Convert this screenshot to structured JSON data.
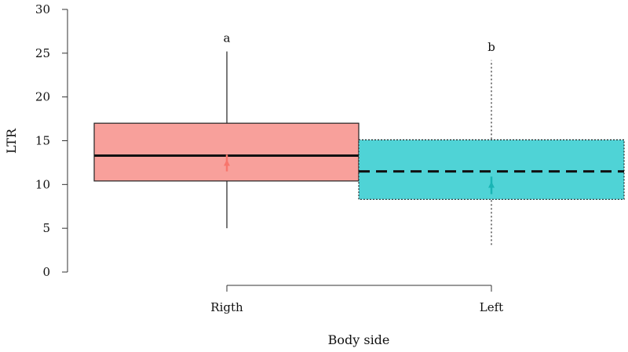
{
  "chart_data": {
    "type": "box",
    "xlabel": "Body side",
    "ylabel": "LTR",
    "ylim": [
      0,
      30
    ],
    "yticks": [
      0,
      5,
      10,
      15,
      20,
      25,
      30
    ],
    "categories": [
      "Rigth",
      "Left"
    ],
    "boxes": [
      {
        "category": "Rigth",
        "letter": "a",
        "q1": 10.4,
        "median": 13.3,
        "q3": 17.0,
        "whisker_low": 5.0,
        "whisker_high": 25.2,
        "mean": 12.4,
        "mean_err_low": 11.5,
        "mean_err_high": 13.4,
        "fill": "#f8a09b",
        "mean_color": "#f8766d",
        "line_style": "solid"
      },
      {
        "category": "Left",
        "letter": "b",
        "q1": 8.3,
        "median": 11.5,
        "q3": 15.1,
        "whisker_low": 3.1,
        "whisker_high": 24.2,
        "mean": 9.9,
        "mean_err_low": 8.9,
        "mean_err_high": 10.9,
        "fill": "#4fd3d6",
        "mean_color": "#19b5b5",
        "line_style": "dashed"
      }
    ]
  }
}
